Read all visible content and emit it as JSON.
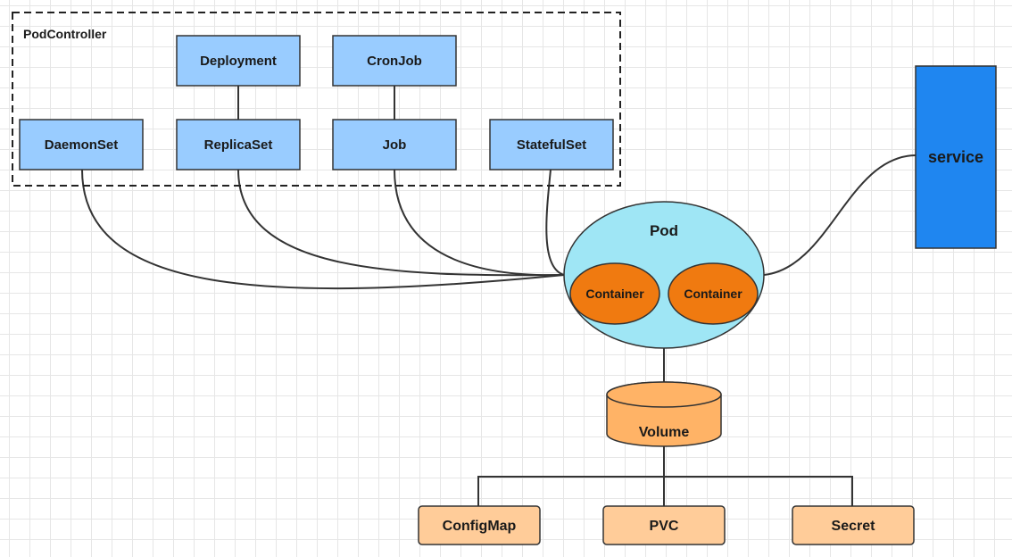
{
  "group": {
    "label": "PodController"
  },
  "controllers": {
    "deployment": "Deployment",
    "cronjob": "CronJob",
    "daemonset": "DaemonSet",
    "replicaset": "ReplicaSet",
    "job": "Job",
    "statefulset": "StatefulSet"
  },
  "pod": {
    "label": "Pod",
    "container_1": "Container",
    "container_2": "Container"
  },
  "service": {
    "label": "service"
  },
  "volume": {
    "label": "Volume"
  },
  "storage": {
    "configmap": "ConfigMap",
    "pvc": "PVC",
    "secret": "Secret"
  },
  "colors": {
    "controller_fill": "#99ccff",
    "service_fill": "#1f86f0",
    "pod_fill": "#9fe6f5",
    "container_fill": "#f07a10",
    "volume_fill": "#ffb366",
    "storage_fill": "#ffcc99"
  }
}
